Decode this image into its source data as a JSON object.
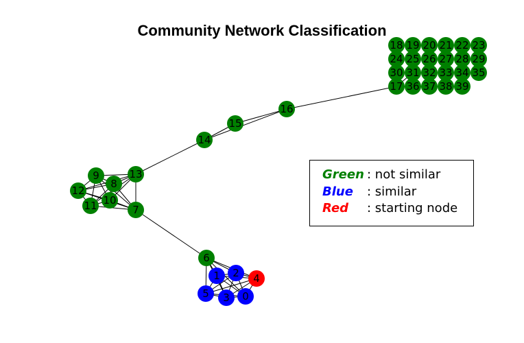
{
  "title": "Community Network Classification",
  "colors": {
    "green": "#008000",
    "blue": "#0000ff",
    "red": "#ff0000"
  },
  "legend": [
    {
      "key": "Green",
      "desc": ": not similar",
      "color": "#008000"
    },
    {
      "key": "Blue",
      "desc": ": similar",
      "color": "#0000ff"
    },
    {
      "key": "Red",
      "desc": ": starting node",
      "color": "#ff0000"
    }
  ],
  "nodes": [
    {
      "id": "0",
      "group": "blue"
    },
    {
      "id": "1",
      "group": "blue"
    },
    {
      "id": "2",
      "group": "blue"
    },
    {
      "id": "3",
      "group": "blue"
    },
    {
      "id": "4",
      "group": "red"
    },
    {
      "id": "5",
      "group": "blue"
    },
    {
      "id": "6",
      "group": "green"
    },
    {
      "id": "7",
      "group": "green"
    },
    {
      "id": "8",
      "group": "green"
    },
    {
      "id": "9",
      "group": "green"
    },
    {
      "id": "10",
      "group": "green"
    },
    {
      "id": "11",
      "group": "green"
    },
    {
      "id": "12",
      "group": "green"
    },
    {
      "id": "13",
      "group": "green"
    },
    {
      "id": "14",
      "group": "green"
    },
    {
      "id": "15",
      "group": "green"
    },
    {
      "id": "16",
      "group": "green"
    },
    {
      "id": "17",
      "group": "green"
    },
    {
      "id": "18",
      "group": "green"
    },
    {
      "id": "19",
      "group": "green"
    },
    {
      "id": "20",
      "group": "green"
    },
    {
      "id": "21",
      "group": "green"
    },
    {
      "id": "22",
      "group": "green"
    },
    {
      "id": "23",
      "group": "green"
    },
    {
      "id": "24",
      "group": "green"
    },
    {
      "id": "25",
      "group": "green"
    },
    {
      "id": "26",
      "group": "green"
    },
    {
      "id": "27",
      "group": "green"
    },
    {
      "id": "28",
      "group": "green"
    },
    {
      "id": "29",
      "group": "green"
    },
    {
      "id": "30",
      "group": "green"
    },
    {
      "id": "31",
      "group": "green"
    },
    {
      "id": "32",
      "group": "green"
    },
    {
      "id": "33",
      "group": "green"
    },
    {
      "id": "34",
      "group": "green"
    },
    {
      "id": "35",
      "group": "green"
    },
    {
      "id": "36",
      "group": "green"
    },
    {
      "id": "37",
      "group": "green"
    },
    {
      "id": "38",
      "group": "green"
    },
    {
      "id": "39",
      "group": "green"
    }
  ],
  "edges": [
    [
      "0",
      "1"
    ],
    [
      "0",
      "2"
    ],
    [
      "0",
      "3"
    ],
    [
      "0",
      "4"
    ],
    [
      "0",
      "5"
    ],
    [
      "0",
      "6"
    ],
    [
      "1",
      "2"
    ],
    [
      "1",
      "3"
    ],
    [
      "1",
      "4"
    ],
    [
      "1",
      "5"
    ],
    [
      "1",
      "6"
    ],
    [
      "2",
      "3"
    ],
    [
      "2",
      "4"
    ],
    [
      "2",
      "5"
    ],
    [
      "2",
      "6"
    ],
    [
      "3",
      "4"
    ],
    [
      "3",
      "5"
    ],
    [
      "3",
      "6"
    ],
    [
      "4",
      "5"
    ],
    [
      "4",
      "6"
    ],
    [
      "5",
      "6"
    ],
    [
      "6",
      "7"
    ],
    [
      "7",
      "8"
    ],
    [
      "7",
      "9"
    ],
    [
      "7",
      "10"
    ],
    [
      "7",
      "11"
    ],
    [
      "7",
      "12"
    ],
    [
      "7",
      "13"
    ],
    [
      "8",
      "9"
    ],
    [
      "8",
      "10"
    ],
    [
      "8",
      "11"
    ],
    [
      "8",
      "12"
    ],
    [
      "8",
      "13"
    ],
    [
      "9",
      "10"
    ],
    [
      "9",
      "11"
    ],
    [
      "9",
      "12"
    ],
    [
      "9",
      "13"
    ],
    [
      "10",
      "11"
    ],
    [
      "10",
      "12"
    ],
    [
      "10",
      "13"
    ],
    [
      "11",
      "12"
    ],
    [
      "11",
      "13"
    ],
    [
      "12",
      "13"
    ],
    [
      "13",
      "14"
    ],
    [
      "14",
      "15"
    ],
    [
      "14",
      "16"
    ],
    [
      "15",
      "16"
    ],
    [
      "16",
      "17"
    ],
    [
      "17",
      "31"
    ],
    [
      "17",
      "30"
    ]
  ]
}
